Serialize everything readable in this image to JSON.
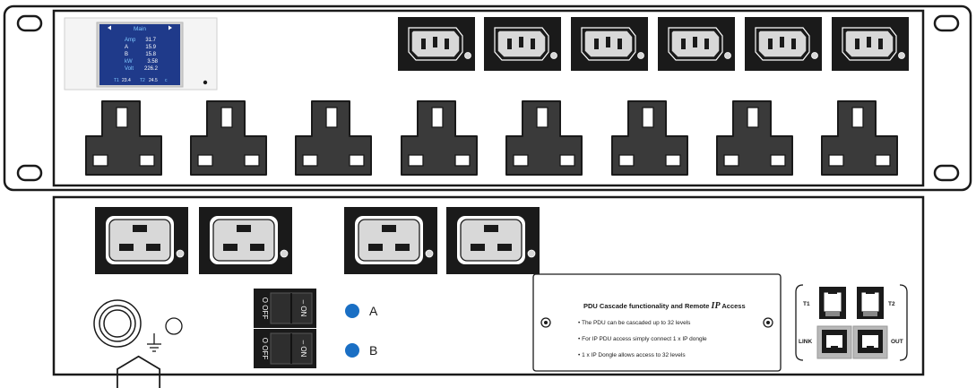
{
  "display": {
    "title": "Main",
    "rows": [
      {
        "label": "Amp",
        "value": "31.7"
      },
      {
        "label": "A",
        "value": "15.9"
      },
      {
        "label": "B",
        "value": "15.8"
      },
      {
        "label": "kW",
        "value": "3.58"
      },
      {
        "label": "Volt",
        "value": "226.2"
      }
    ],
    "footer": {
      "t1": "T1",
      "t1_value": "23.4",
      "t2": "T2",
      "t2_value": "24.5",
      "unit": "c"
    }
  },
  "breakers": {
    "off_label": "O OFF",
    "on_label": "– ON"
  },
  "indicators": [
    {
      "label": "A",
      "color": "#1a6fc4"
    },
    {
      "label": "B",
      "color": "#1a6fc4"
    }
  ],
  "info_panel": {
    "title": "PDU Cascade functionality and Remote",
    "title_ip": "IP",
    "title_end": "Access",
    "bullets": [
      "The PDU can be cascaded up to 32 levels",
      "For IP PDU access simply connect 1 x IP dongle",
      "1 x IP Dongle allows access to 32 levels"
    ]
  },
  "ports": {
    "t1": "T1",
    "t2": "T2",
    "link": "LINK",
    "out": "OUT"
  },
  "colors": {
    "outline": "#1a1a1a",
    "socket": "#3a3a3a",
    "socket_face": "#d8d8d8",
    "screen_blue": "#1f3a8a",
    "accent_blue": "#1a6fc4"
  }
}
